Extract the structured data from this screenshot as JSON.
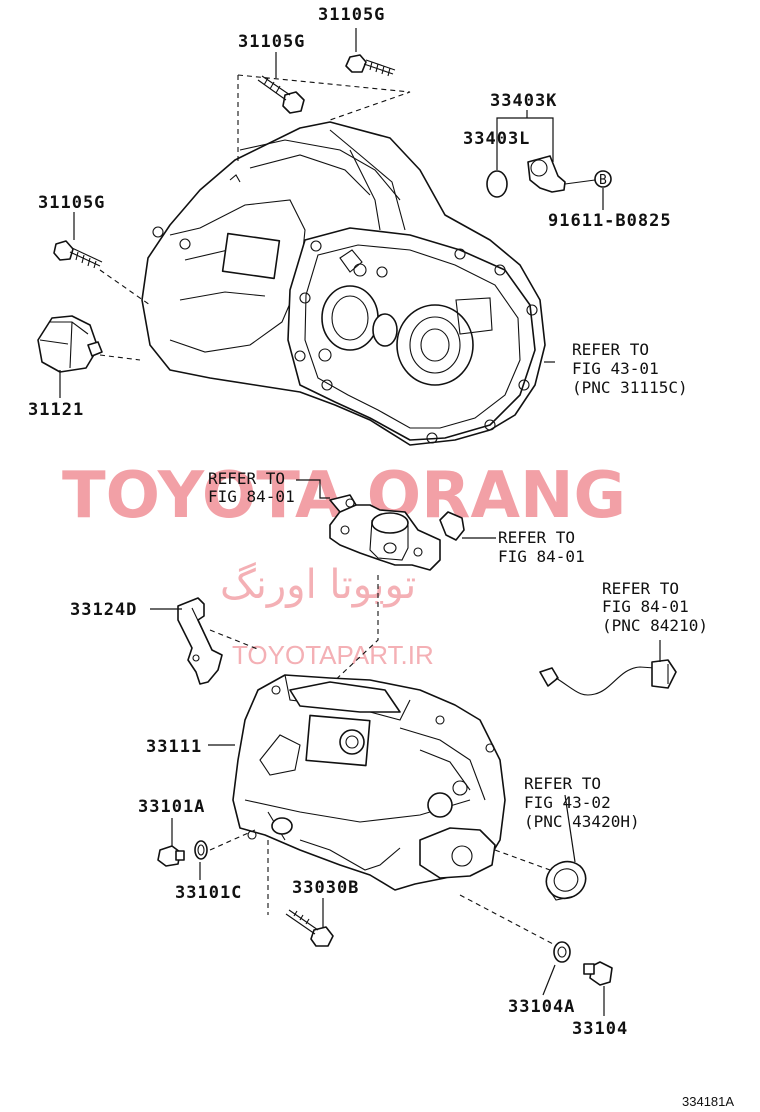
{
  "watermark": {
    "brand": "TOYOTA ORANG",
    "persian": "تویوتا اورنگ",
    "site": "TOYOTAPART.IR"
  },
  "figure_code": "334181A",
  "callouts": {
    "bolt_top": "31105G",
    "bolt_top2": "31105G",
    "bolt_left": "31105G",
    "sensor_k": "33403K",
    "sensor_l": "33403L",
    "bolt_b": "91611-B0825",
    "b_marker": "B",
    "plug": "31121",
    "bracket": "33124D",
    "housing": "33111",
    "drain_plug": "33101A",
    "gasket": "33101C",
    "bolt_case": "33030B",
    "washer": "33104A",
    "plug2": "33104"
  },
  "refs": {
    "r1_line1": "REFER TO",
    "r1_line2": "FIG 43-01",
    "r1_line3": "(PNC 31115C)",
    "r2_line1": "REFER TO",
    "r2_line2": "FIG 84-01",
    "r3_line1": "REFER TO",
    "r3_line2": "FIG 84-01",
    "r4_line1": "REFER TO",
    "r4_line2": "FIG 84-01",
    "r4_line3": "(PNC 84210)",
    "r5_line1": "REFER TO",
    "r5_line2": "FIG 43-02",
    "r5_line3": "(PNC 43420H)"
  }
}
